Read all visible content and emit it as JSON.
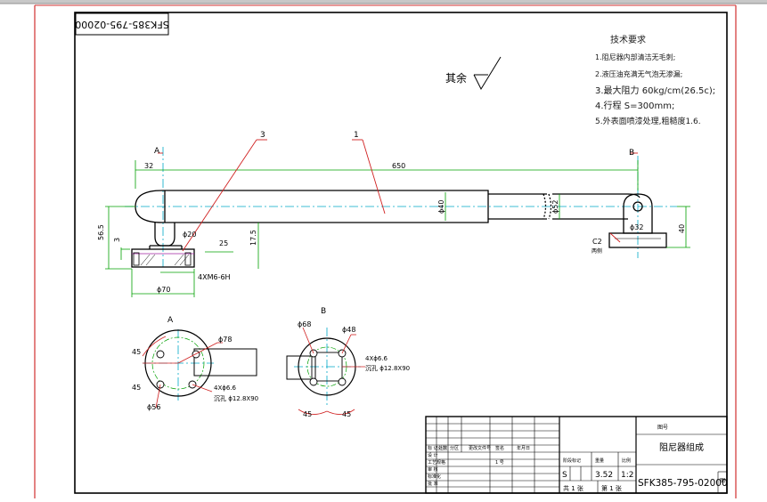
{
  "drawing": {
    "number_top": "SFK385-795-02000",
    "number_bottom": "SFK385-795-02000",
    "part_name": "阻尼器组成",
    "roughness_label": "其余",
    "tech_req": {
      "title": "技术要求",
      "items": [
        "1.阻尼器内部清洁无毛刺;",
        "2.液压油充满无气泡无渗漏;",
        "3.最大阻力 60kg/cm(26.5c);",
        "4.行程 S=300mm;",
        "5.外表面喷漆处理,粗糙度1.6."
      ]
    },
    "balloons": [
      "3",
      "1"
    ],
    "section_labels": {
      "a_top": "A",
      "b_top": "B",
      "a_view": "A",
      "b_view": "B"
    },
    "dims": {
      "d32_top": "32",
      "d650": "650",
      "d40": "ϕ40",
      "d52": "ϕ52",
      "d32r": "ϕ32",
      "d20": "ϕ20",
      "d25": "25",
      "d17_5": "17.5",
      "d56_5": "56.5",
      "d3": "3",
      "d70": "ϕ70",
      "thread": "4XM6-6H",
      "d40r": "40",
      "c2": "C2",
      "c2_sub": "两侧",
      "a78": "ϕ78",
      "a45a": "45",
      "a45b": "45",
      "a56": "ϕ56",
      "a_holes": "4Xϕ6.6",
      "a_cb": "沉孔 ϕ12.8X90",
      "b68": "ϕ68",
      "b48": "ϕ48",
      "b_holes": "4Xϕ6.6",
      "b_cb": "沉孔 ϕ12.8X90",
      "b45a": "45",
      "b45b": "45"
    },
    "title_block": {
      "r_process": "工艺规格",
      "r_drawn": "设 计",
      "r_check": "审 核",
      "r_std": "标准化",
      "r_approve": "批 准",
      "r_mark": "标 记",
      "r_count": "处数",
      "r_zone": "分区",
      "r_doc": "更改文件号",
      "r_sign": "签名",
      "r_date": "年月日",
      "stage_label": "阶段标记",
      "weight_label": "重量",
      "scale_label": "比例",
      "stage_value": "S",
      "weight_value": "3.52",
      "scale_value": "1:2",
      "sheets": "共 1 张",
      "sheet_no": "第 1 张",
      "code_label": "图号",
      "material_label": "1 号",
      "corner": "图"
    }
  }
}
